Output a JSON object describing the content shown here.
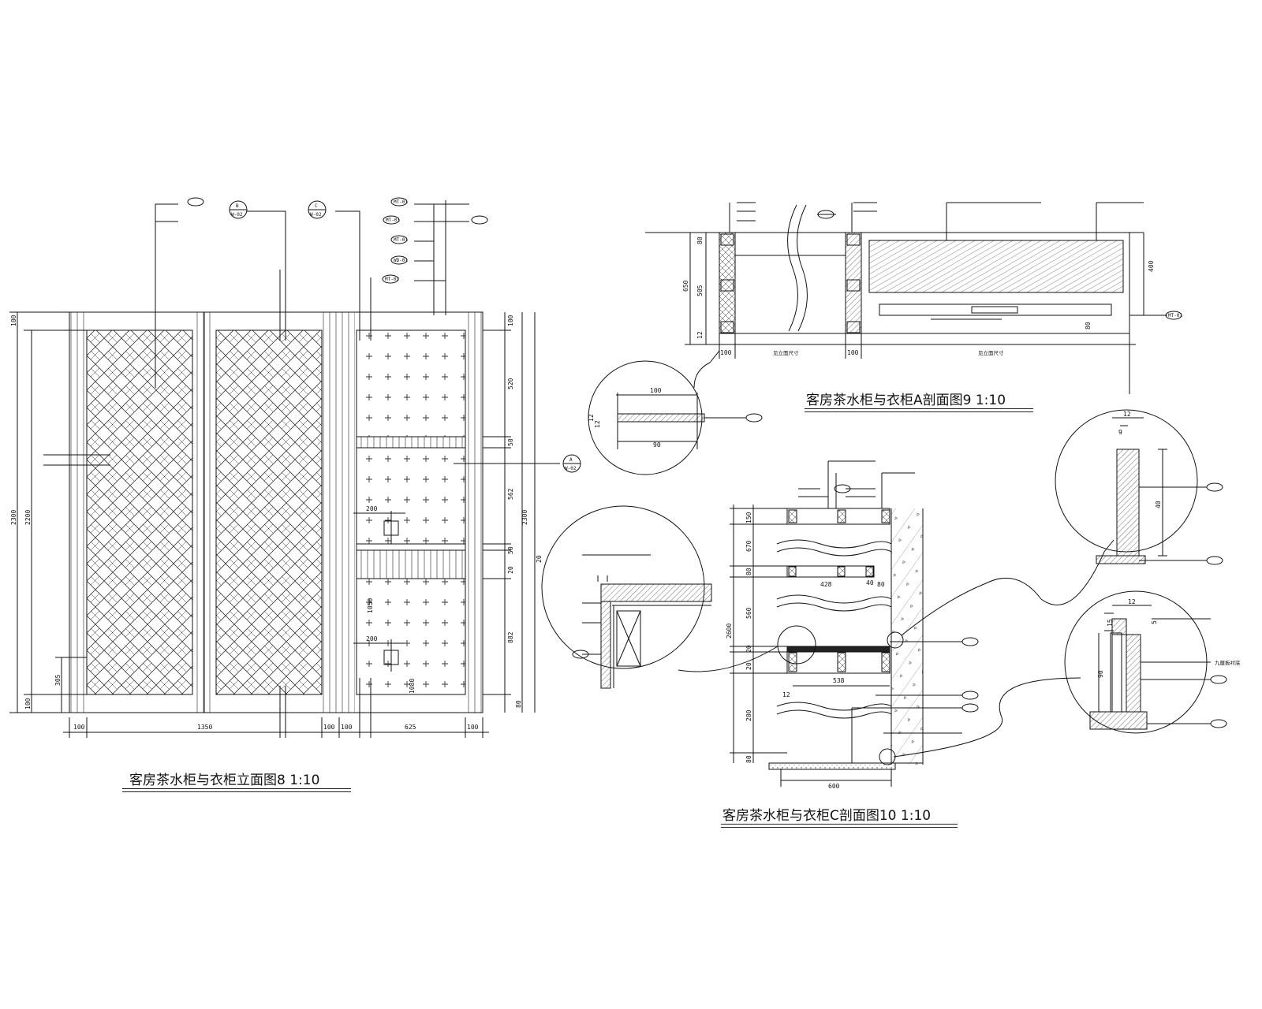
{
  "titles": {
    "elevation_8": "客房茶水柜与衣柜立面图8   1:10",
    "section_9": "客房茶水柜与衣柜A剖面图9   1:10",
    "section_10": "客房茶水柜与衣柜C剖面图10   1:10"
  },
  "elevation": {
    "bottom_dims": [
      "100",
      "1350",
      "100",
      "100",
      "625",
      "100"
    ],
    "left_dims": [
      "100",
      "2300",
      "2200",
      "305",
      "100"
    ],
    "right_dims": [
      "100",
      "520",
      "50",
      "562",
      "50",
      "20",
      "882",
      "80",
      "2300",
      "20"
    ],
    "inner_dims": [
      "200",
      "200",
      "1050",
      "1080"
    ],
    "bubbles": [
      {
        "top": "B",
        "bottom": "W-02"
      },
      {
        "top": "C",
        "bottom": "W-02"
      },
      {
        "top": "A",
        "bottom": "W-02"
      }
    ],
    "leader_tags": [
      "MT-01",
      "MT-01",
      "MT-01",
      "WD-01",
      "MT-03"
    ]
  },
  "section9": {
    "dims_left": [
      "80",
      "650",
      "505",
      "12"
    ],
    "dims_bottom": [
      "100",
      "见立面尺寸",
      "100",
      "见立面尺寸"
    ],
    "dims_right": [
      "400",
      "80"
    ],
    "detail_dims": [
      "100",
      "90",
      "12",
      "12"
    ],
    "tag": "MT-01"
  },
  "section10": {
    "dims_left": [
      "150",
      "670",
      "80",
      "560",
      "20",
      "20",
      "280",
      "80",
      "2600"
    ],
    "dims_bottom": [
      "600",
      "12"
    ],
    "dims_inner": [
      "428",
      "40",
      "80",
      "538"
    ],
    "detail_dims_a": [
      "12",
      "9",
      "40"
    ],
    "detail_dims_b": [
      "12",
      "15",
      "5",
      "90"
    ],
    "detail_notes_b": [
      "九厘板衬底"
    ]
  }
}
